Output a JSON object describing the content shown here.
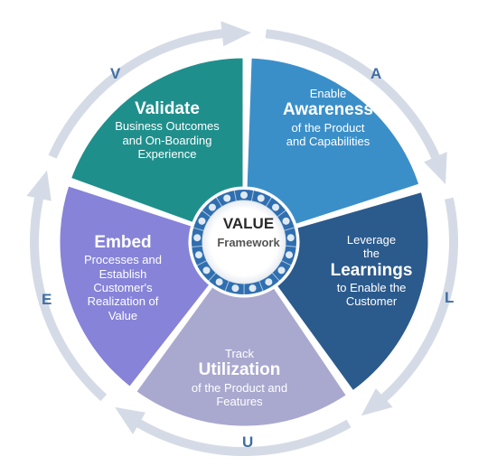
{
  "framework": {
    "title": "VALUE",
    "subtitle": "Framework"
  },
  "segments": [
    {
      "letter": "V",
      "pre": "",
      "keyword": "Validate",
      "post_lines": [
        "Business Outcomes",
        "and On-Boarding",
        "Experience"
      ],
      "color": "#1f8f8c"
    },
    {
      "letter": "A",
      "pre": "Enable",
      "keyword": "Awareness",
      "post_lines": [
        "of the Product",
        "and Capabilities"
      ],
      "color": "#3b8fc9"
    },
    {
      "letter": "L",
      "pre_lines": [
        "Leverage",
        "the"
      ],
      "keyword": "Learnings",
      "post_lines": [
        "to Enable the",
        "Customer"
      ],
      "color": "#2b5a8c"
    },
    {
      "letter": "U",
      "pre": "Track",
      "keyword": "Utilization",
      "post_lines": [
        "of the Product and",
        "Features"
      ],
      "color": "#a9a8cf"
    },
    {
      "letter": "E",
      "pre": "",
      "keyword": "Embed",
      "post_lines": [
        "Processes and",
        "Establish",
        "Customer's",
        "Realization of",
        "Value"
      ],
      "color": "#8683d8"
    }
  ],
  "colors": {
    "ring": "#2f6fb0",
    "arrow": "#d5dbe6",
    "hub": "#ffffff"
  },
  "icons": [
    "gear-icon",
    "gear-icon",
    "chart-icon",
    "checklist-icon",
    "bar-chart-icon",
    "monitor-icon",
    "eye-icon",
    "line-chart-icon",
    "screen-icon",
    "clipboard-icon",
    "rocket-icon",
    "person-icon",
    "checkbox-icon",
    "handshake-icon",
    "coins-icon",
    "power-icon",
    "desktop-icon"
  ]
}
